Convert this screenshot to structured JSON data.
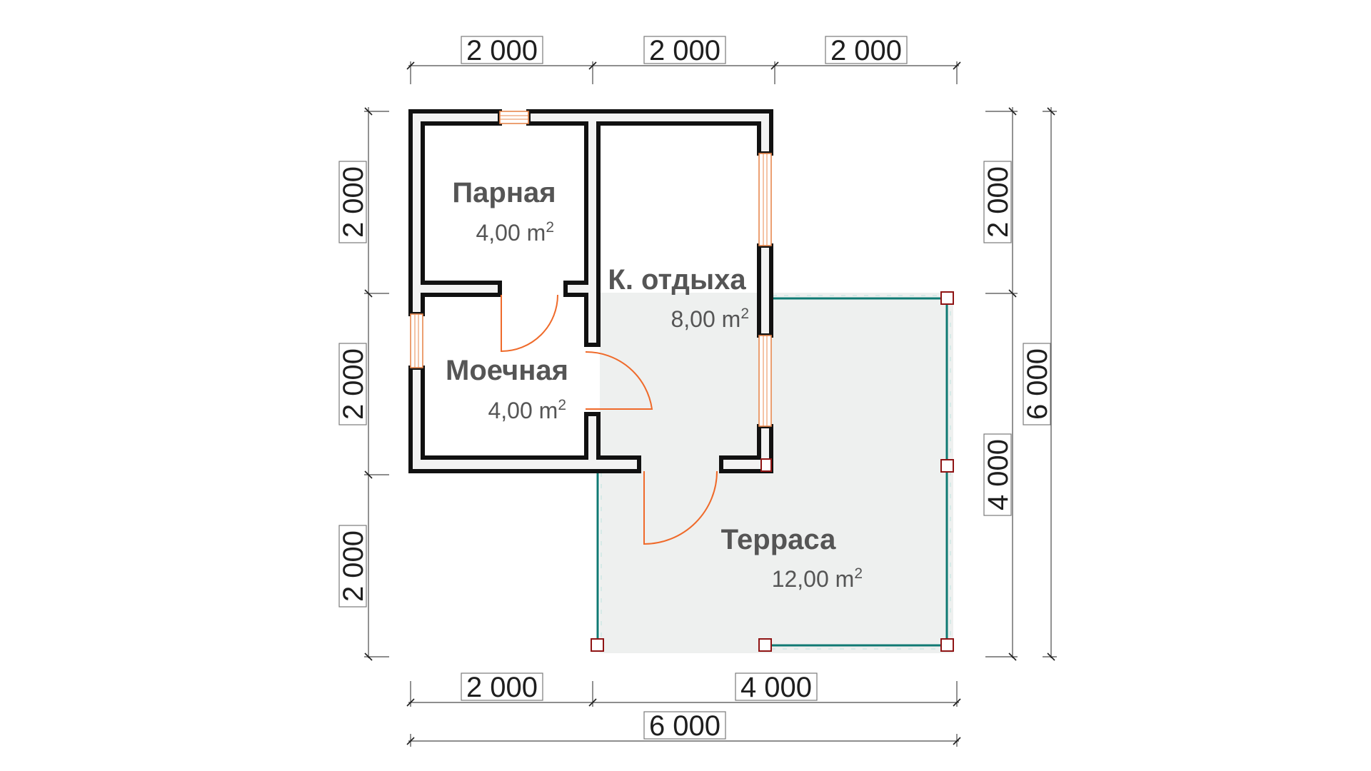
{
  "rooms": {
    "steam": {
      "name": "Парная",
      "area": "4,00 m",
      "area_sup": "2"
    },
    "wash": {
      "name": "Моечная",
      "area": "4,00 m",
      "area_sup": "2"
    },
    "rest": {
      "name": "К. отдыха",
      "area": "8,00 m",
      "area_sup": "2"
    },
    "terrace": {
      "name": "Терраса",
      "area": "12,00 m",
      "area_sup": "2"
    }
  },
  "dimensions": {
    "top": [
      "2 000",
      "2 000",
      "2 000"
    ],
    "left": [
      "2 000",
      "2 000",
      "2 000"
    ],
    "right_inner": [
      "2 000",
      "4 000"
    ],
    "right_total": "6 000",
    "bottom": [
      "2 000",
      "4 000"
    ],
    "bottom_total": "6 000"
  },
  "colors": {
    "wall_outline": "#111111",
    "wall_fill": "#f2f2f2",
    "door_swing": "#ef6a2a",
    "window": "#e8894f",
    "terrace_edge": "#0f7a73",
    "terrace_floor": "#eef0ef",
    "post_outline": "#8f1414",
    "room_label": "#555555"
  }
}
